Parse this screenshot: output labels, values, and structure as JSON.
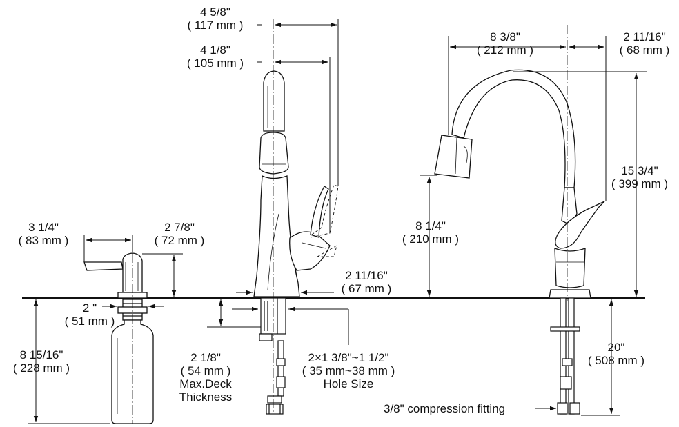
{
  "dimensions": {
    "spout_reach_outer": {
      "imperial": "4 5/8\"",
      "metric": "( 117 mm )"
    },
    "spout_reach_inner": {
      "imperial": "4 1/8\"",
      "metric": "( 105 mm )"
    },
    "handle_swing": {
      "imperial": "2 11/16\"",
      "metric": "( 67 mm )"
    },
    "deck_thickness": {
      "imperial": "2 1/8\"",
      "metric": "( 54 mm )",
      "note_1": "Max.Deck",
      "note_2": "Thickness"
    },
    "hole_size": {
      "imperial": "2×1 3/8\"~1 1/2\"",
      "metric": "( 35 mm~38 mm )",
      "note": "Hole Size"
    },
    "soap_reach": {
      "imperial": "3 1/4\"",
      "metric": "( 83 mm )"
    },
    "soap_height": {
      "imperial": "2 7/8\"",
      "metric": "( 72 mm )"
    },
    "soap_diameter": {
      "imperial": "2 \"",
      "metric": "( 51 mm )"
    },
    "soap_below_deck": {
      "imperial": "8 15/16\"",
      "metric": "( 228 mm )"
    },
    "spout_reach_side": {
      "imperial": "8 3/8\"",
      "metric": "( 212 mm )"
    },
    "handle_reach_side": {
      "imperial": "2 11/16\"",
      "metric": "( 68 mm )"
    },
    "overall_height": {
      "imperial": "15 3/4\"",
      "metric": "( 399 mm )"
    },
    "spout_clearance": {
      "imperial": "8 1/4\"",
      "metric": "( 210 mm )"
    },
    "supply_length": {
      "imperial": "20\"",
      "metric": "( 508 mm )"
    },
    "fitting": {
      "label": "3/8\" compression fitting"
    }
  }
}
